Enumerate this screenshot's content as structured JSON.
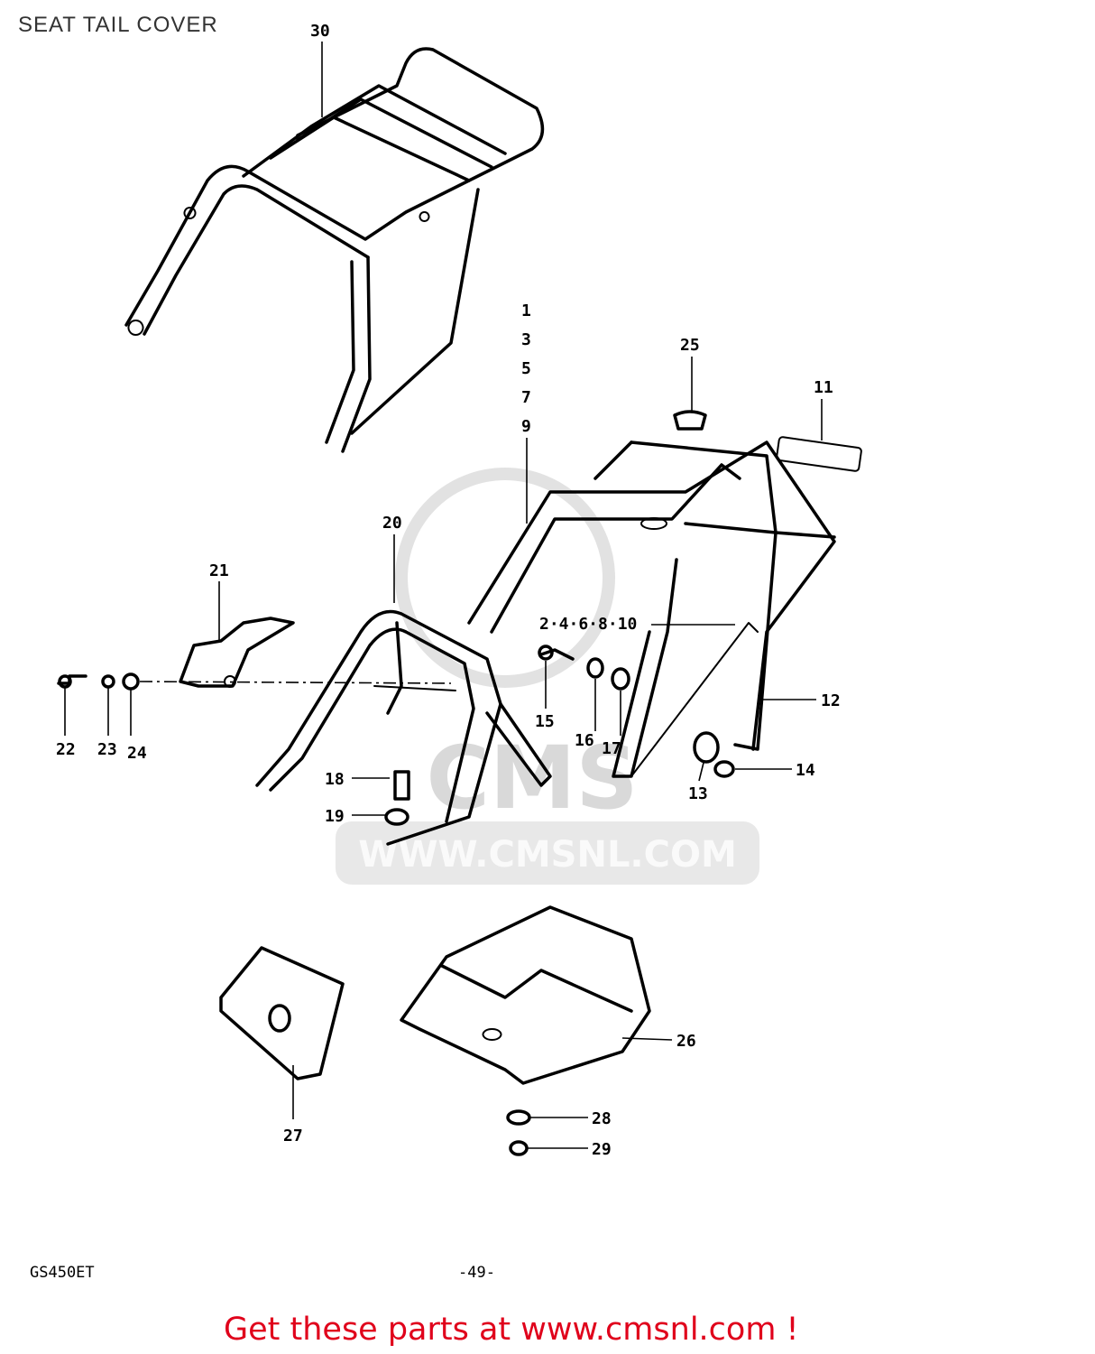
{
  "header": {
    "title": "SEAT TAIL COVER"
  },
  "footer": {
    "model_code": "GS450ET",
    "page_number": "-49-",
    "link_text": "Get these parts at www.cmsnl.com !"
  },
  "watermark": {
    "logo_text": "CMS",
    "url_text": "WWW.CMSNL.COM"
  },
  "callouts": {
    "c30": "30",
    "c1_9": [
      "1",
      "3",
      "5",
      "7",
      "9"
    ],
    "c25": "25",
    "c11": "11",
    "c20": "20",
    "c21": "21",
    "c2_10": "2·4·6·8·10",
    "c15": "15",
    "c16": "16",
    "c17": "17",
    "c12": "12",
    "c13": "13",
    "c14": "14",
    "c22": "22",
    "c23": "23",
    "c24": "24",
    "c18": "18",
    "c19": "19",
    "c26": "26",
    "c27": "27",
    "c28": "28",
    "c29": "29"
  },
  "colors": {
    "link": "#e0001b",
    "title": "#333333",
    "watermark": "#d0d0d0"
  }
}
